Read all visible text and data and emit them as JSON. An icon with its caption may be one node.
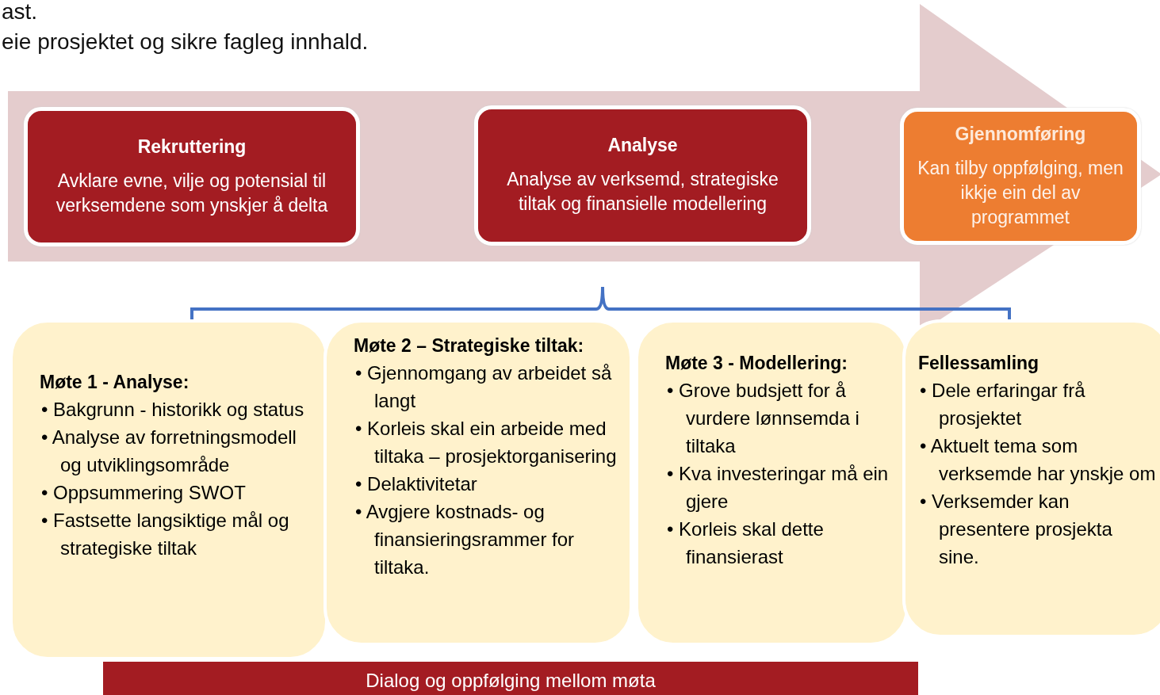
{
  "diagram": {
    "nodes": [
      {
        "text": [
          "Rekruttering",
          "Avklare evne, vilje og potensial til verksemdene som ynskjer å delta"
        ]
      },
      {
        "text": [
          "Analyse",
          "Analyse av verksemd, strategiske tiltak og finansielle modellering"
        ]
      },
      {
        "text": [
          "Gjennomføring",
          "Kan tilby oppfølging, men ikkje ein del av programmet"
        ]
      },
      {
        "text": [
          "Møte 1 - Analyse:",
          "• Bakgrunn - historikk og status",
          "• Analyse av forretningsmodell og utviklingsområde",
          "• Oppsummering SWOT",
          "• Fastsette langsiktige mål og strategiske tiltak"
        ]
      },
      {
        "text": [
          "Møte 2 – Strategiske tiltak:",
          "• Gjennomgang av arbeidet så langt",
          "• Korleis skal ein arbeide med tiltaka – prosjektorganisering",
          "• Delaktivitetar",
          "• Avgjere kostnads- og finansieringsrammer for tiltaka."
        ]
      },
      {
        "text": [
          "Møte 3 - Modellering:",
          "• Grove budsjett for å vurdere lønnsemda i tiltaka",
          "• Kva investeringar må ein gjere",
          "• Korleis skal dette finansierast"
        ]
      },
      {
        "text": [
          "Fellessamling",
          "• Dele erfaringar frå prosjektet",
          "• Aktuelt tema som verksemde har ynskje om",
          "• Verksemder kan presentere prosjekta sine."
        ]
      },
      {
        "text": [
          "Dialog og oppfølging mellom møta"
        ]
      }
    ],
    "edges": [
      {
        "from": 0,
        "to": 2,
        "arrow": "to"
      }
    ],
    "labels": [
      "ast.",
      "eie prosjektet og sikre fagleg innhald."
    ]
  }
}
